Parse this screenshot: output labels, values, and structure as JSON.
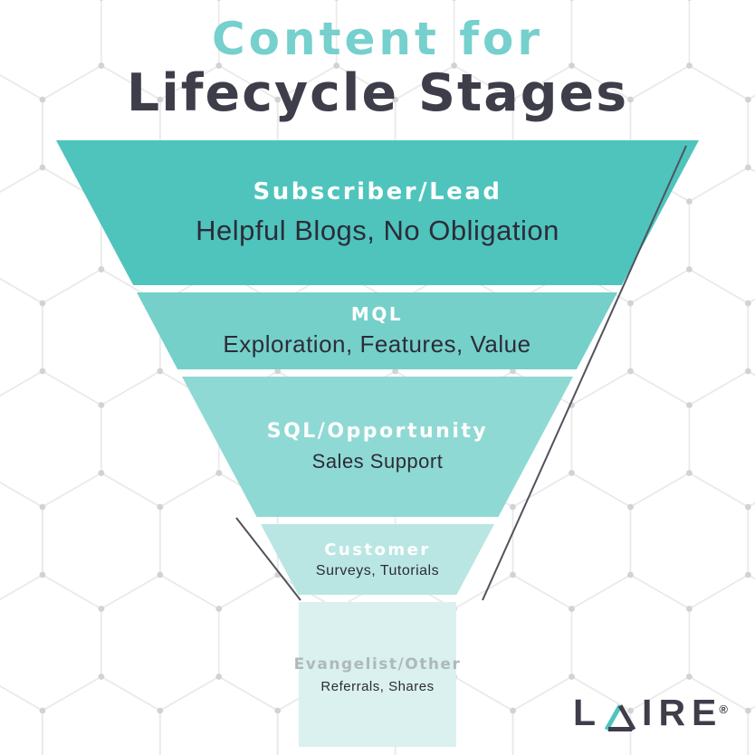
{
  "title": {
    "accent": "Content for",
    "main": "Lifecycle Stages"
  },
  "funnel": {
    "stages": [
      {
        "name": "Subscriber/Lead",
        "content": "Helpful Blogs, No Obligation",
        "color": "#4ec4bd"
      },
      {
        "name": "MQL",
        "content": "Exploration, Features, Value",
        "color": "#75d0ca"
      },
      {
        "name": "SQL/Opportunity",
        "content": "Sales Support",
        "color": "#8fd9d4"
      },
      {
        "name": "Customer",
        "content": "Surveys, Tutorials",
        "color": "#b9e6e3"
      },
      {
        "name": "Evangelist/Other",
        "content": "Referrals, Shares",
        "color": "#daf1ef"
      }
    ]
  },
  "logo": {
    "name": "LAIRE",
    "before": "L",
    "after": "IRE",
    "registered": "®"
  },
  "colors": {
    "accent_teal": "#4ec4bd",
    "title_accent": "#76d0cd",
    "title_dark": "#3e3e4a",
    "content_text": "#2c2c38",
    "stage_name_text": "#ffffff",
    "outline_line": "#52525d",
    "hexagon_line": "#e9e9e9",
    "hexagon_dot": "#d2d2d2"
  }
}
